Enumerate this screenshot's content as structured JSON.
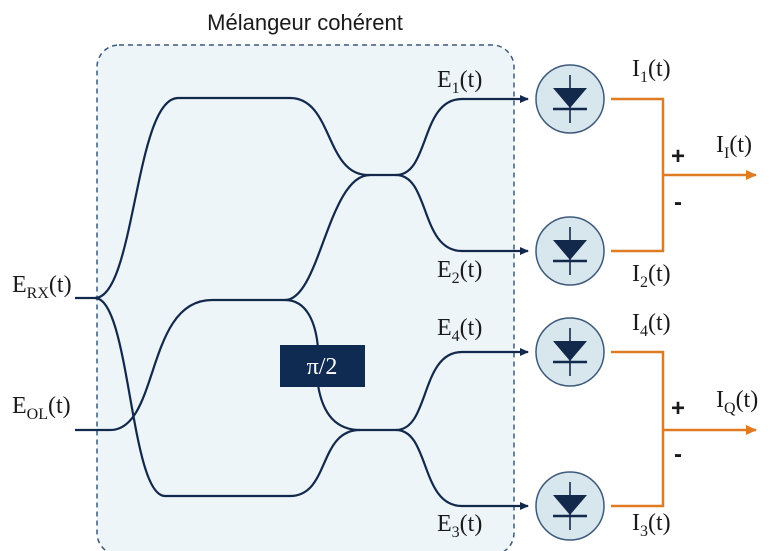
{
  "title": "Mélangeur cohérent",
  "colors": {
    "waveguide": "#13294b",
    "box_fill": "#edf5f9",
    "box_border": "#3d5a7a",
    "detector_fill": "#d8e6ee",
    "output": "#e07b24",
    "phase_fill": "#0f2b52"
  },
  "inputs": {
    "rx": {
      "main": "E",
      "sub": "RX",
      "tail": "(t)"
    },
    "ol": {
      "main": "E",
      "sub": "OL",
      "tail": "(t)"
    }
  },
  "phase_shifter": {
    "label": "π/2"
  },
  "fields": [
    {
      "main": "E",
      "sub": "1",
      "tail": "(t)"
    },
    {
      "main": "E",
      "sub": "2",
      "tail": "(t)"
    },
    {
      "main": "E",
      "sub": "4",
      "tail": "(t)"
    },
    {
      "main": "E",
      "sub": "3",
      "tail": "(t)"
    }
  ],
  "currents": [
    {
      "main": "I",
      "sub": "1",
      "tail": "(t)"
    },
    {
      "main": "I",
      "sub": "2",
      "tail": "(t)"
    },
    {
      "main": "I",
      "sub": "4",
      "tail": "(t)"
    },
    {
      "main": "I",
      "sub": "3",
      "tail": "(t)"
    }
  ],
  "outputs": {
    "i": {
      "main": "I",
      "sub": "I",
      "tail": "(t)",
      "plus": "+",
      "minus": "-"
    },
    "q": {
      "main": "I",
      "sub": "Q",
      "tail": "(t)",
      "plus": "+",
      "minus": "-"
    }
  },
  "detector_icon": "photodiode-icon"
}
